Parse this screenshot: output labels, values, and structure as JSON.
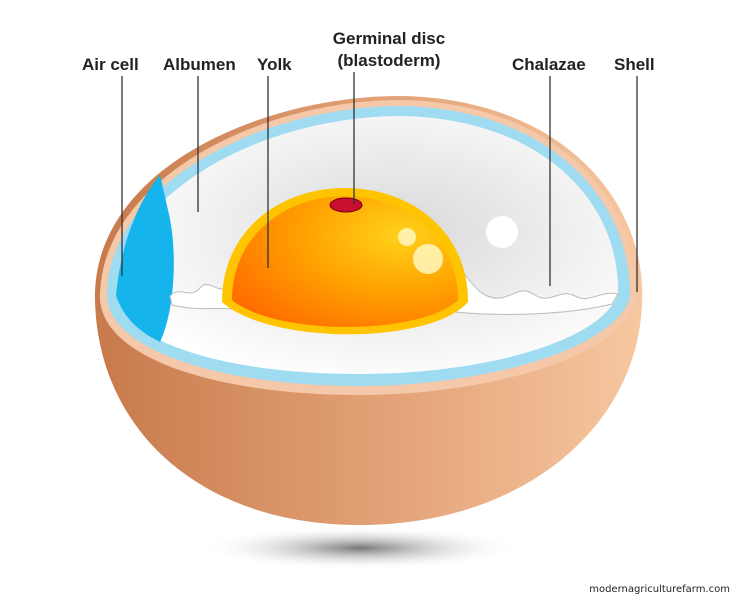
{
  "labels": {
    "air_cell": "Air cell",
    "albumen": "Albumen",
    "yolk": "Yolk",
    "germinal_disc_line1": "Germinal disc",
    "germinal_disc_line2": "(blastoderm)",
    "chalazae": "Chalazae",
    "shell": "Shell"
  },
  "watermark": "modernagriculturefarm.com",
  "colors": {
    "shell": "#d9956a",
    "membrane": "#8fd8f0",
    "air_cell": "#1ab8ee",
    "albumen": "#eeeeee",
    "yolk": "#ff9800",
    "germinal_disc": "#c8102e"
  }
}
